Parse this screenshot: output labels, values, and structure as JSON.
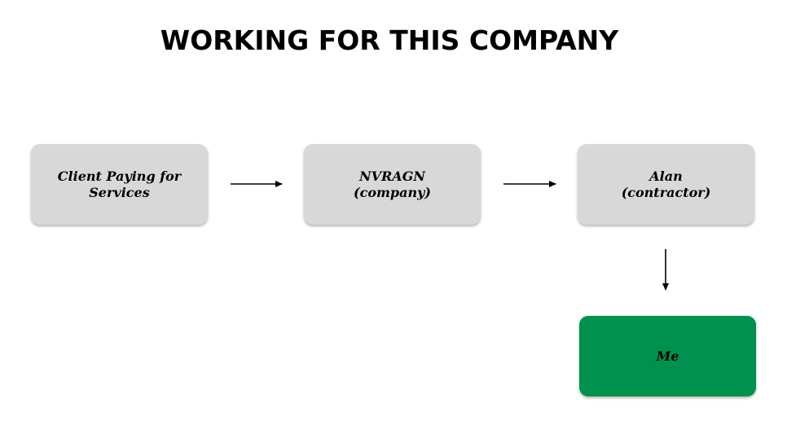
{
  "title": "WORKING FOR THIS COMPANY",
  "nodes": {
    "client": {
      "label": "Client Paying for\nServices"
    },
    "company": {
      "label": "NVRAGN\n(company)"
    },
    "contractor": {
      "label": "Alan\n(contractor)"
    },
    "me": {
      "label": "Me"
    }
  },
  "colors": {
    "node_fill": "#d8d8d8",
    "highlight_fill": "#00914f",
    "arrow": "#000000"
  }
}
